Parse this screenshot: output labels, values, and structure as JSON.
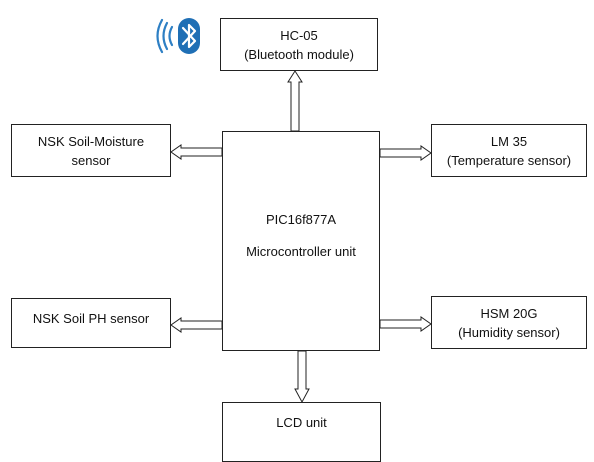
{
  "blocks": {
    "hc05": {
      "line1": "HC-05",
      "line2": "(Bluetooth module)"
    },
    "soil_moisture": {
      "line1": "NSK Soil-Moisture",
      "line2": "sensor"
    },
    "mcu": {
      "line1": "PIC16f877A",
      "line2": "Microcontroller unit"
    },
    "lm35": {
      "line1": "LM 35",
      "line2": "(Temperature sensor)"
    },
    "soil_ph": {
      "line1": "NSK Soil PH sensor"
    },
    "hsm20g": {
      "line1": "HSM 20G",
      "line2": "(Humidity sensor)"
    },
    "lcd": {
      "line1": "LCD unit"
    }
  },
  "icons": {
    "bluetooth": "bluetooth-icon",
    "signal": "signal-waves-icon"
  },
  "colors": {
    "bluetooth_fill": "#1f6fb5",
    "signal_stroke": "#2d7fc4",
    "line": "#222222"
  }
}
